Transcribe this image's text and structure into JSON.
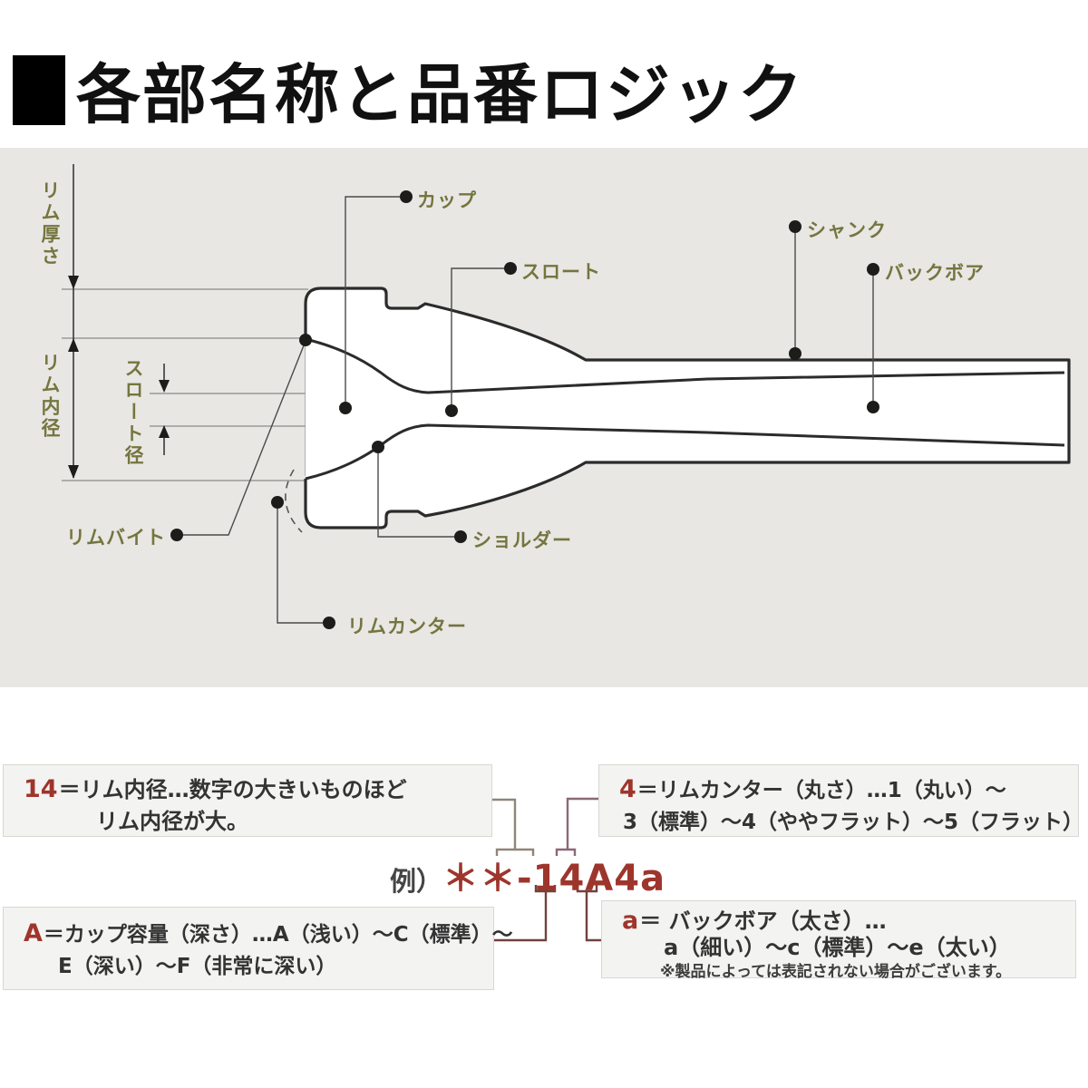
{
  "title": {
    "square": "■",
    "text": "各部名称と品番ロジック"
  },
  "diagram": {
    "labels": {
      "cup": "カップ",
      "throat": "スロート",
      "shank": "シャンク",
      "backbore": "バックボア",
      "shoulder": "ショルダー",
      "rim_contour": "リムカンター",
      "rim_bite": "リムバイト",
      "rim_thickness": "リム厚さ",
      "rim_inner_diameter": "リム内径",
      "throat_diameter": "スロート径"
    },
    "colors": {
      "panel_bg": "#e8e7e4",
      "label": "#75753f",
      "outline": "#2b2b2b",
      "measure_line": "#9a9a98"
    }
  },
  "logic": {
    "accent": "#9e352c",
    "example": {
      "prefix": "例）",
      "code": "＊＊-14A4a"
    },
    "boxes": [
      {
        "key": "14",
        "line1": "＝リム内径…数字の大きいものほど",
        "line2": "リム内径が大。"
      },
      {
        "key": "4",
        "line1": "＝リムカンター（丸さ）…1（丸い）～",
        "line2": "3（標準）～4（ややフラット）～5（フラット）"
      },
      {
        "key": "A",
        "line1": "＝カップ容量（深さ）…A（浅い）～C（標準）～",
        "line2": "E（深い）～F（非常に深い）"
      },
      {
        "key": "a",
        "line1": "＝ バックボア（太さ）…",
        "line2": "a（細い）～c（標準）～e（太い）",
        "note": "※製品によっては表記されない場合がございます。"
      }
    ]
  }
}
